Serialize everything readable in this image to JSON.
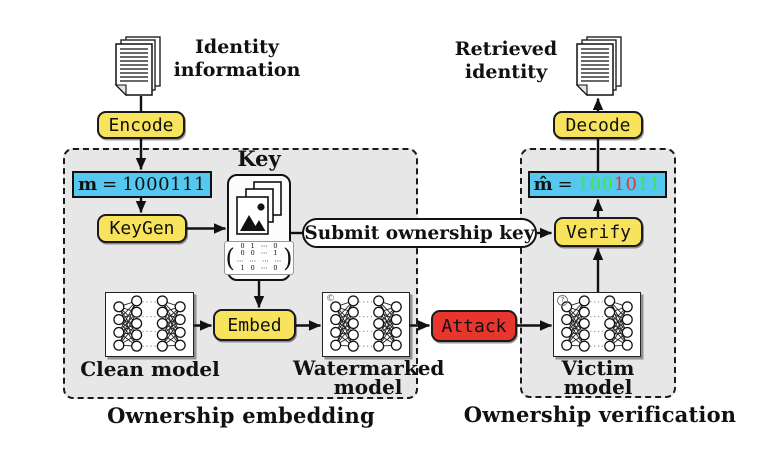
{
  "colors": {
    "accent_yellow": "#F8E45C",
    "accent_cyan": "#56C8F0",
    "accent_red": "#E8352D",
    "digit_ok": "#3CE83C",
    "digit_err": "#E8352D",
    "panel_gray": "#E7E7E7",
    "ink": "#111111"
  },
  "icons": {
    "identity_document": "document-stack",
    "retrieved_document": "document-stack",
    "key": "image-stack-with-matrix",
    "models": "neural-network"
  },
  "top_left": {
    "label": "Identity\ninformation",
    "encode_button": "Encode"
  },
  "top_right": {
    "label": "Retrieved\nidentity",
    "decode_button": "Decode"
  },
  "embedding_panel": {
    "title": "Ownership embedding",
    "message_box": {
      "variable": "m",
      "equals": "=",
      "bits": "1000111"
    },
    "keygen_button": "KeyGen",
    "key": {
      "label": "Key",
      "matrix_rows": [
        "0 1 ⋯ 0",
        "0 0 ⋯ 1",
        "⋯ ⋯ ⋯ ⋯",
        "1 0 ⋯ 0"
      ]
    },
    "embed_button": "Embed",
    "clean_model_label": "Clean model",
    "watermarked_model_label": "Watermarked\nmodel",
    "watermarked_badge": "©"
  },
  "middle": {
    "submit_pill": "Submit ownership key",
    "attack_button": "Attack"
  },
  "verification_panel": {
    "title": "Ownership verification",
    "verify_button": "Verify",
    "victim_model_label": "Victim\nmodel",
    "victim_badge": "?",
    "message_box": {
      "variable": "m̂",
      "equals": "=",
      "bits_segments": [
        {
          "text": "100",
          "status": "ok"
        },
        {
          "text": "10",
          "status": "err"
        },
        {
          "text": "11",
          "status": "ok"
        }
      ]
    }
  }
}
